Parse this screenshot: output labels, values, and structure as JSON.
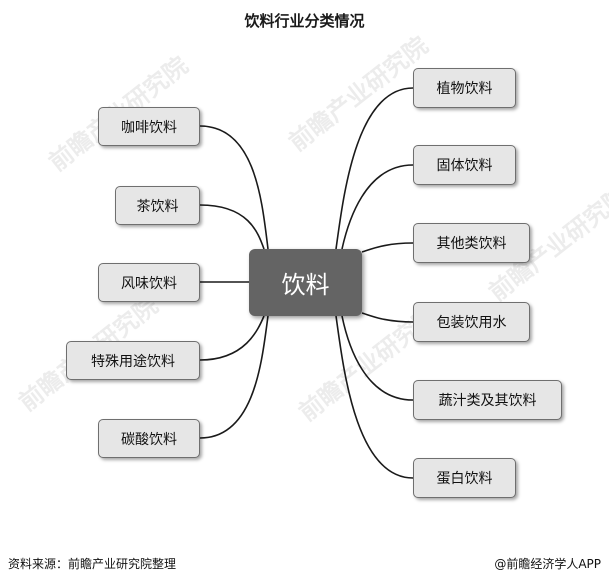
{
  "title": "饮料行业分类情况",
  "center": "饮料",
  "left_nodes": [
    "咖啡饮料",
    "茶饮料",
    "风味饮料",
    "特殊用途饮料",
    "碳酸饮料"
  ],
  "right_nodes": [
    "植物饮料",
    "固体饮料",
    "其他类饮料",
    "包装饮用水",
    "蔬汁类及其饮料",
    "蛋白饮料"
  ],
  "footer": {
    "source": "资料来源：前瞻产业研究院整理",
    "credit": "@前瞻经济学人APP"
  },
  "watermark": "前瞻产业研究院"
}
